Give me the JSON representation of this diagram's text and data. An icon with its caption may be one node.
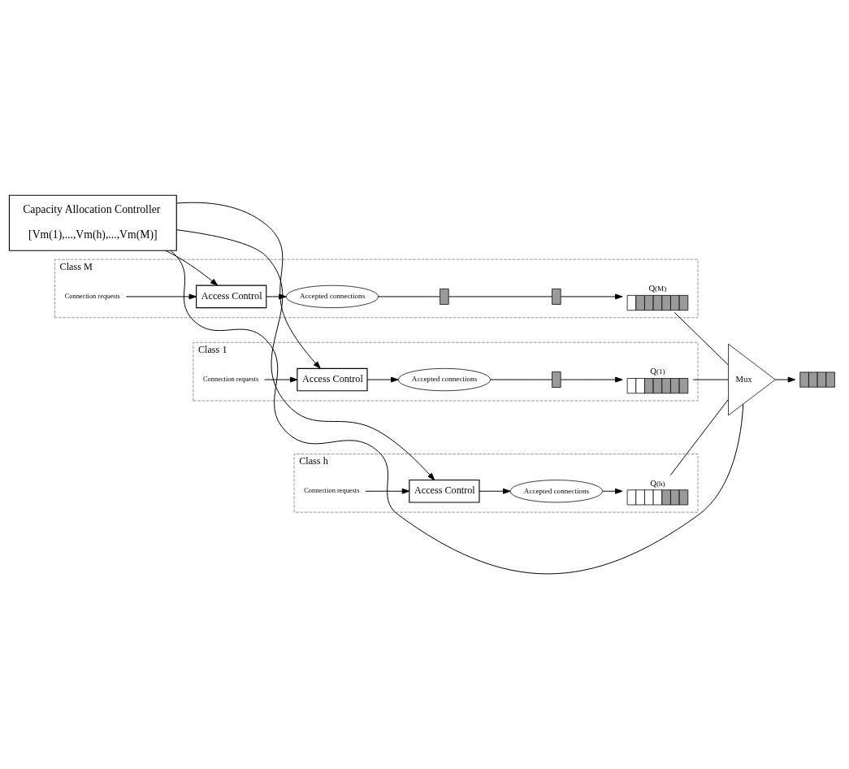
{
  "diagram": {
    "nodes": [
      {
        "text": [
          "Capacity Allocation Controller",
          "[Vm(1),...,Vm(h),...,Vm(M)]"
        ]
      },
      {
        "text": [
          "Class 1"
        ]
      },
      {
        "text": [
          "Connection requests"
        ],
        "in": 1
      },
      {
        "text": [
          "Access Control"
        ],
        "in": 1
      },
      {
        "text": [
          "Accepted connections"
        ],
        "in": 1
      },
      {
        "text": [],
        "shape": "box",
        "in": 1
      },
      {
        "text": [
          "Q$^{(1)}$"
        ],
        "in": 1
      },
      {
        "text": [
          "Class h"
        ]
      },
      {
        "text": [
          "Connection requests"
        ],
        "in": 7
      },
      {
        "text": [
          "Access Control"
        ],
        "in": 7
      },
      {
        "text": [
          "Accepted connections"
        ],
        "in": 7
      },
      {
        "text": [
          "Q$^{(h)}$"
        ],
        "in": 7
      },
      {
        "text": [
          "Class M"
        ]
      },
      {
        "text": [
          "Connection requests"
        ],
        "in": 12
      },
      {
        "text": [
          "Access Control"
        ],
        "in": 12
      },
      {
        "text": [
          "Accepted connections"
        ],
        "in": 12
      },
      {
        "text": [],
        "shape": "box",
        "in": 12
      },
      {
        "text": [],
        "shape": "box",
        "in": 12
      },
      {
        "text": [
          "Q$^{(M)}$"
        ],
        "in": 12
      },
      {
        "text": [
          "Mux"
        ]
      },
      {
        "text": [],
        "shape": "box"
      }
    ],
    "edges": [
      {
        "from": 0,
        "to": 3,
        "arrow": "to"
      },
      {
        "from": 0,
        "to": 9,
        "arrow": "to"
      },
      {
        "from": 0,
        "to": 14,
        "arrow": "to"
      },
      {
        "from": 0,
        "to": 19,
        "arrow": "none"
      },
      {
        "from": 2,
        "to": 3,
        "arrow": "to"
      },
      {
        "from": 3,
        "to": 4,
        "arrow": "to"
      },
      {
        "from": 4,
        "to": 5,
        "arrow": "none"
      },
      {
        "from": 5,
        "to": 6,
        "arrow": "to"
      },
      {
        "from": 6,
        "to": 19,
        "arrow": "none"
      },
      {
        "from": 8,
        "to": 9,
        "arrow": "to"
      },
      {
        "from": 9,
        "to": 10,
        "arrow": "to"
      },
      {
        "from": 10,
        "to": 11,
        "arrow": "to"
      },
      {
        "from": 11,
        "to": 19,
        "arrow": "none"
      },
      {
        "from": 13,
        "to": 14,
        "arrow": "to"
      },
      {
        "from": 14,
        "to": 15,
        "arrow": "to"
      },
      {
        "from": 15,
        "to": 16,
        "arrow": "none"
      },
      {
        "from": 16,
        "to": 17,
        "arrow": "none"
      },
      {
        "from": 17,
        "to": 18,
        "arrow": "to"
      },
      {
        "from": 18,
        "to": 19,
        "arrow": "none"
      },
      {
        "from": 19,
        "to": 20,
        "arrow": "to"
      }
    ]
  }
}
